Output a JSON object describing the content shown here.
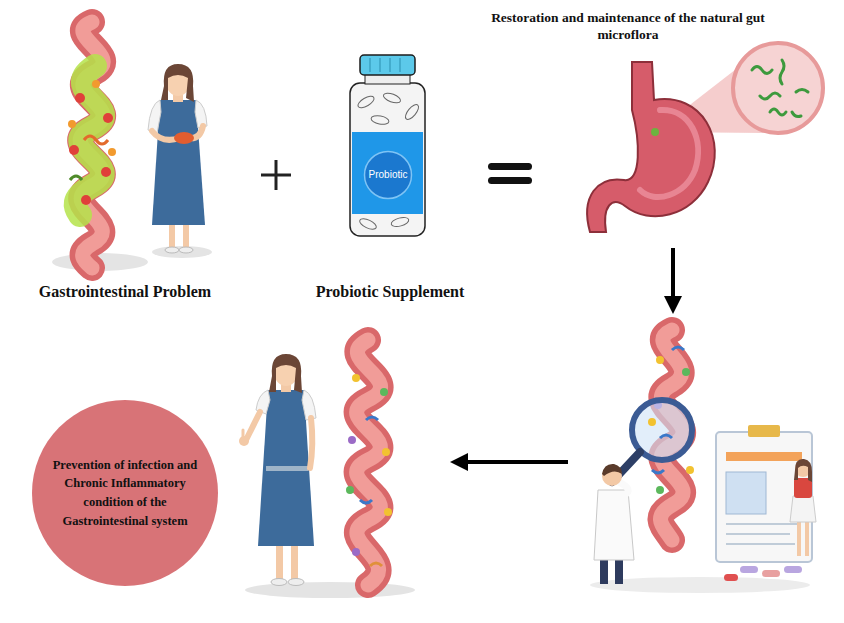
{
  "diagram": {
    "nodes": [
      {
        "text": [
          "Probiotic"
        ]
      },
      {
        "text": [
          "Prevention of infection and Chronic Inflammatory condition of the Gastrointestinal system"
        ]
      }
    ],
    "labels": [
      "Gastrointestinal Problem",
      "Probiotic Supplement",
      "Restoration and maintenance of the natural gut microflora"
    ]
  }
}
